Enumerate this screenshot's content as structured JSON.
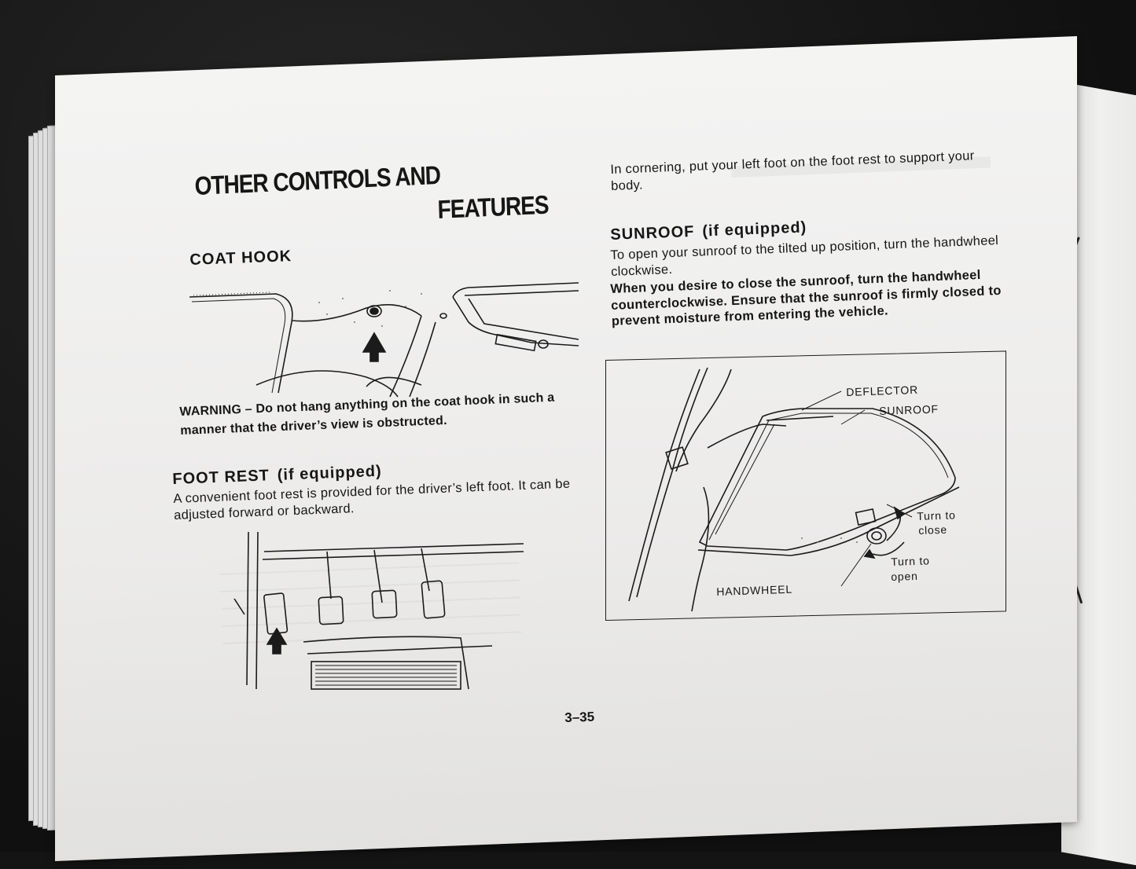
{
  "manual": {
    "title_line1": "OTHER CONTROLS AND",
    "title_line2": "FEATURES",
    "coat_hook": {
      "heading": "COAT HOOK",
      "warning": "WARNING – Do not hang anything on the coat hook in such a manner that the driver’s view is obstructed."
    },
    "foot_rest": {
      "heading": "FOOT REST",
      "heading_note": "(if equipped)",
      "text": "A convenient foot rest is provided for the driver’s left foot. It can be adjusted forward or backward."
    },
    "cornering": {
      "text": "In cornering, put your left foot on the foot rest to support your body."
    },
    "sunroof": {
      "heading": "SUNROOF",
      "heading_note": "(if equipped)",
      "text1": "To open your sunroof to the tilted up position, turn the handwheel clockwise.",
      "text2": "When you desire to close the sunroof, turn the handwheel counterclockwise. Ensure that the sunroof is firmly closed to prevent moisture from entering the vehicle."
    },
    "diagram_labels": {
      "deflector": "DEFLECTOR",
      "sunroof": "SUNROOF",
      "turn_to_close_1": "Turn to",
      "turn_to_close_2": "close",
      "turn_to_open_1": "Turn to",
      "turn_to_open_2": "open",
      "handwheel": "HANDWHEEL"
    },
    "page_number": "3–35"
  }
}
